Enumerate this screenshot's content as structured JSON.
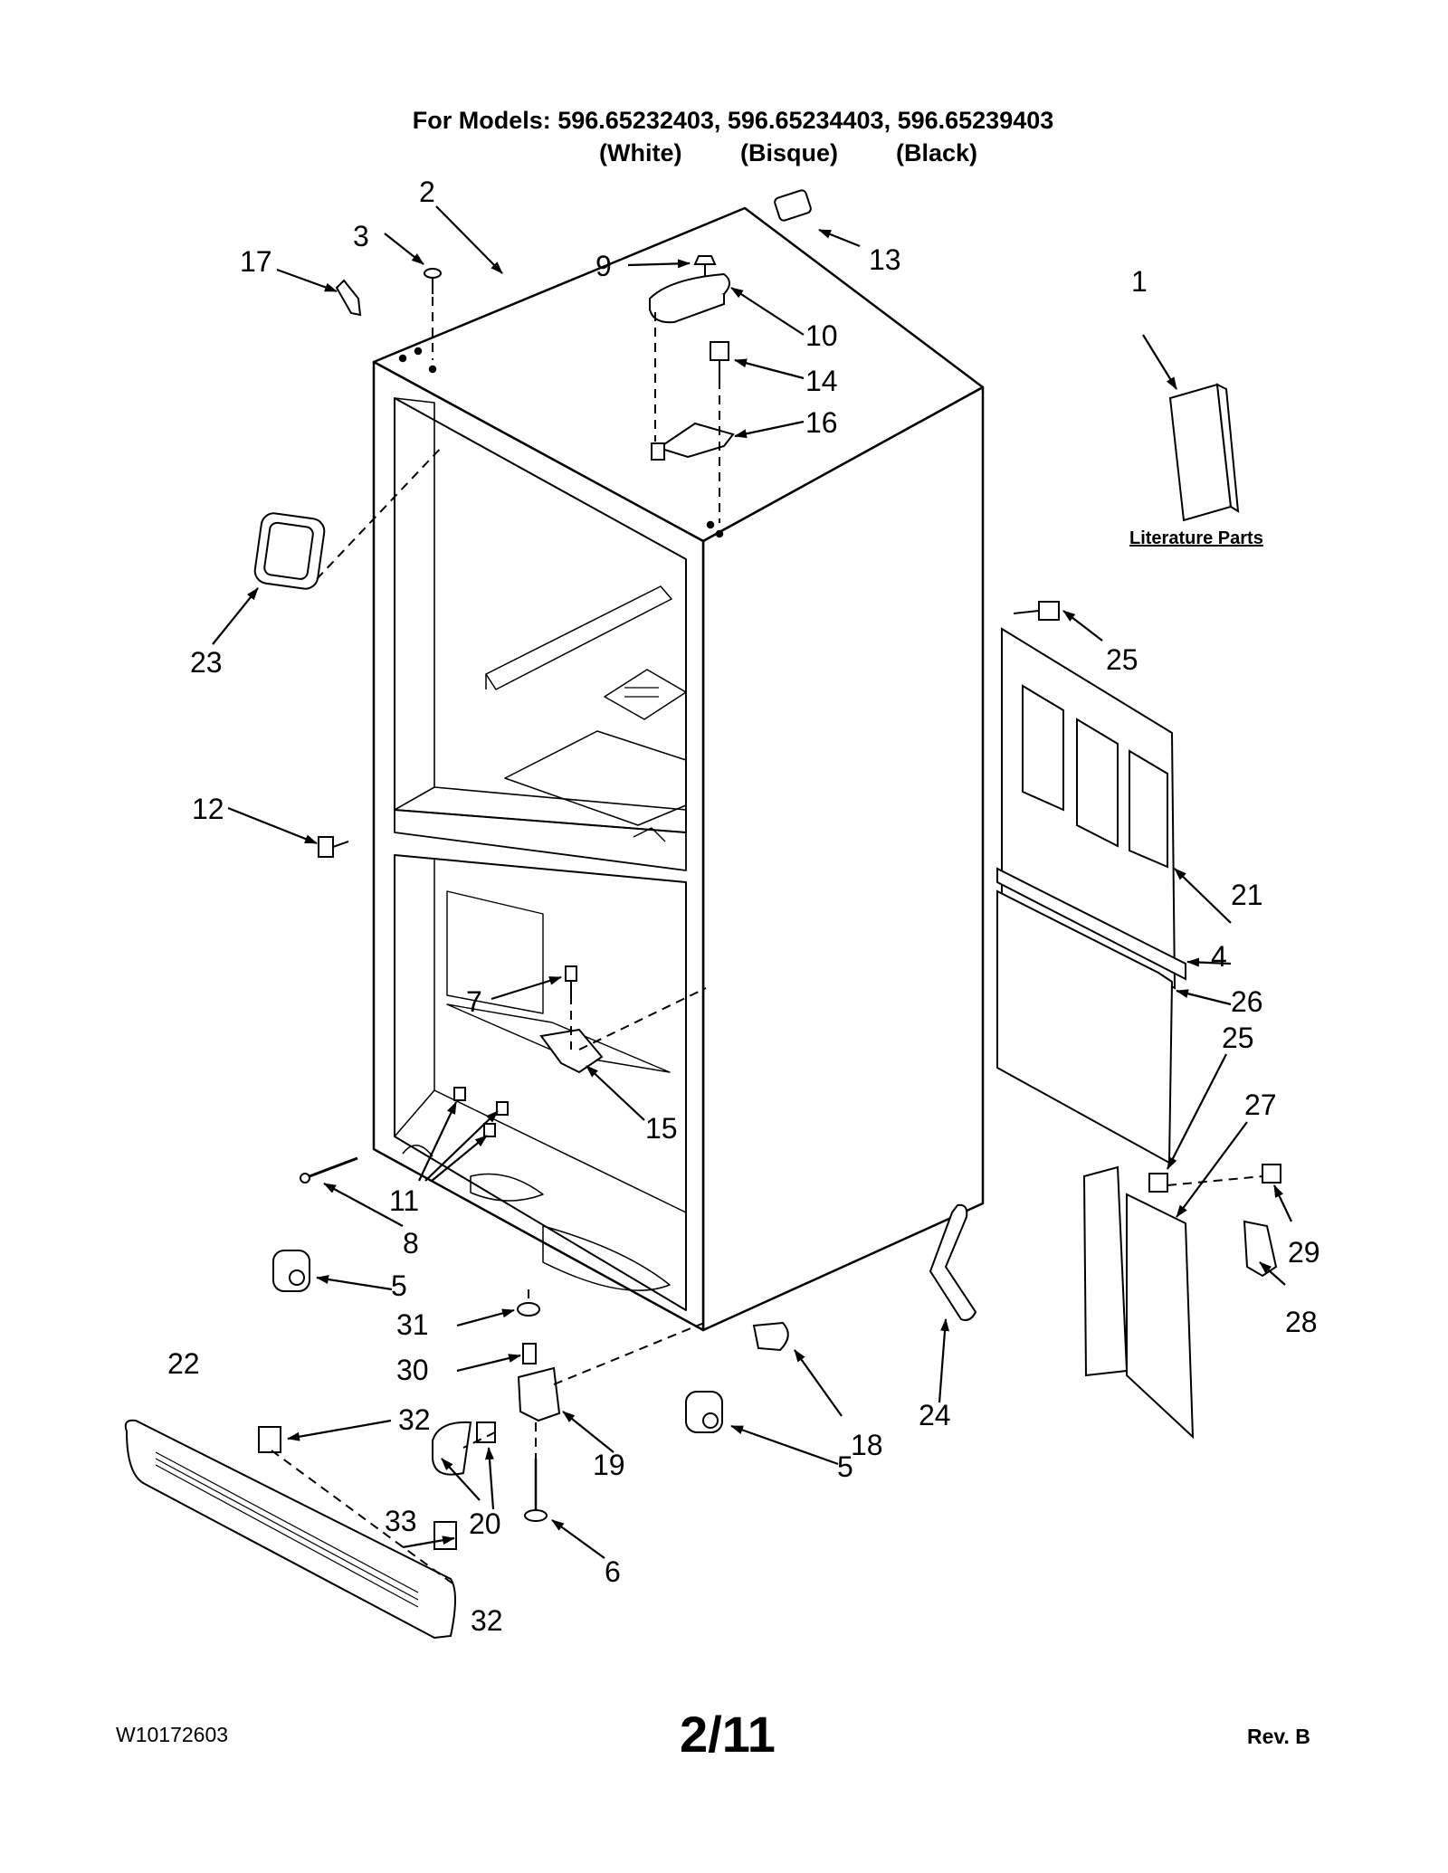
{
  "header": {
    "models_line": "For Models: 596.65232403, 596.65234403, 596.65239403",
    "colors": [
      "(White)",
      "(Bisque)",
      "(Black)"
    ]
  },
  "literature_label": "Literature Parts",
  "callouts": {
    "c1": "1",
    "c2": "2",
    "c3": "3",
    "c4": "4",
    "c5a": "5",
    "c5b": "5",
    "c6": "6",
    "c7": "7",
    "c8": "8",
    "c9": "9",
    "c10": "10",
    "c11": "11",
    "c12": "12",
    "c13": "13",
    "c14": "14",
    "c15": "15",
    "c16": "16",
    "c17": "17",
    "c18": "18",
    "c19": "19",
    "c20": "20",
    "c21": "21",
    "c22": "22",
    "c23": "23",
    "c24": "24",
    "c25a": "25",
    "c25b": "25",
    "c26": "26",
    "c27": "27",
    "c28": "28",
    "c29": "29",
    "c30": "30",
    "c31": "31",
    "c32a": "32",
    "c32b": "32",
    "c33": "33"
  },
  "footer": {
    "doc_number": "W10172603",
    "page": "2/11",
    "revision": "Rev. B"
  }
}
